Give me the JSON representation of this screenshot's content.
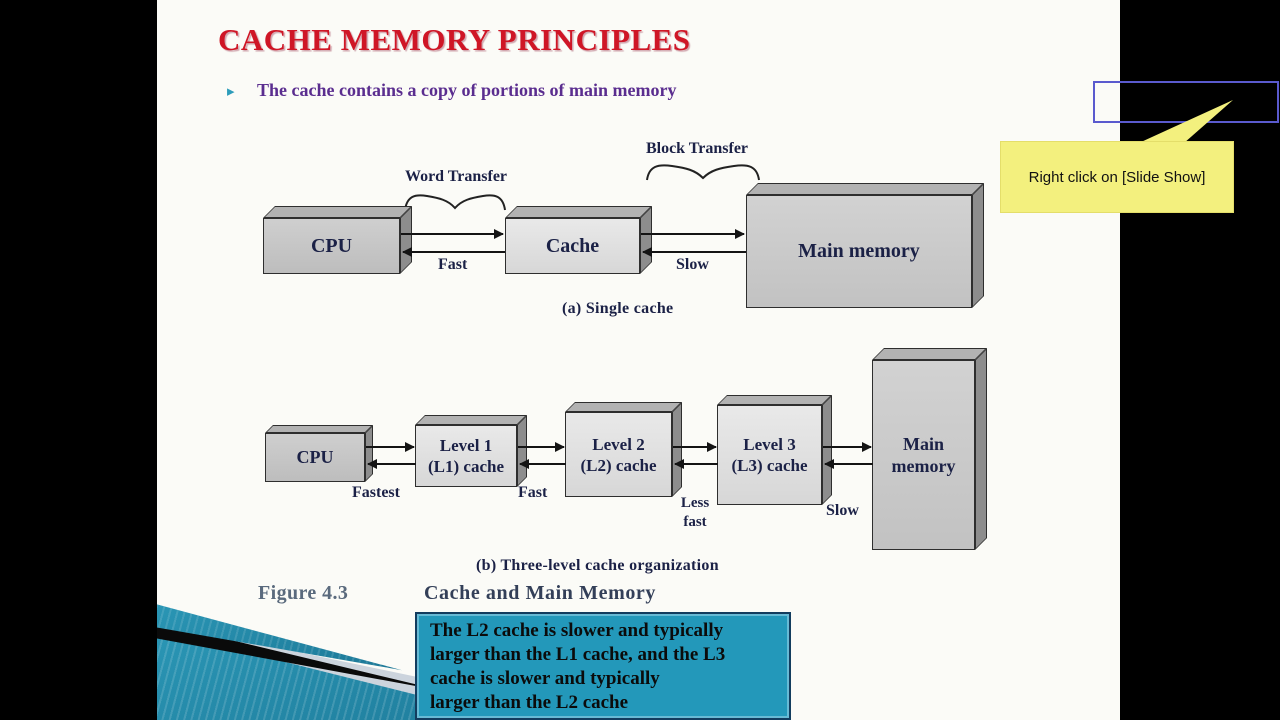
{
  "slide": {
    "title": "CACHE MEMORY PRINCIPLES",
    "bullet": {
      "marker": "▸",
      "text": "The cache contains a copy of portions of main memory"
    },
    "figure": {
      "diagram_a": {
        "boxes": [
          {
            "label": "CPU"
          },
          {
            "label": "Cache"
          },
          {
            "label": "Main memory"
          }
        ],
        "labels": {
          "word_transfer": "Word Transfer",
          "block_transfer": "Block Transfer",
          "fast": "Fast",
          "slow": "Slow"
        },
        "caption": "(a) Single cache"
      },
      "diagram_b": {
        "boxes": [
          {
            "line1": "CPU"
          },
          {
            "line1": "Level 1",
            "line2": "(L1) cache"
          },
          {
            "line1": "Level 2",
            "line2": "(L2) cache"
          },
          {
            "line1": "Level 3",
            "line2": "(L3) cache"
          },
          {
            "line1": "Main",
            "line2": "memory"
          }
        ],
        "labels": {
          "fastest": "Fastest",
          "fast": "Fast",
          "less_fast_line1": "Less",
          "less_fast_line2": "fast",
          "slow": "Slow"
        },
        "caption": "(b) Three-level cache organization"
      },
      "caption": {
        "number": "Figure 4.3",
        "title": "Cache and Main Memory"
      }
    },
    "note_box": {
      "lines": [
        "The L2 cache is slower and typically",
        "larger than the L1 cache, and the L3",
        "cache is slower and typically",
        "larger than the L2 cache"
      ],
      "bg_color": "#2398ba"
    }
  },
  "overlay": {
    "tooltip": {
      "text": "Right click on [Slide Show]",
      "bg_color": "#f3f07e"
    },
    "highlight_border_color": "#5a5ace"
  },
  "colors": {
    "title_red": "#cf1626",
    "bullet_purple": "#5a2d8f",
    "accent_teal": "#2a96b5",
    "diagram_navy": "#1b2146"
  }
}
